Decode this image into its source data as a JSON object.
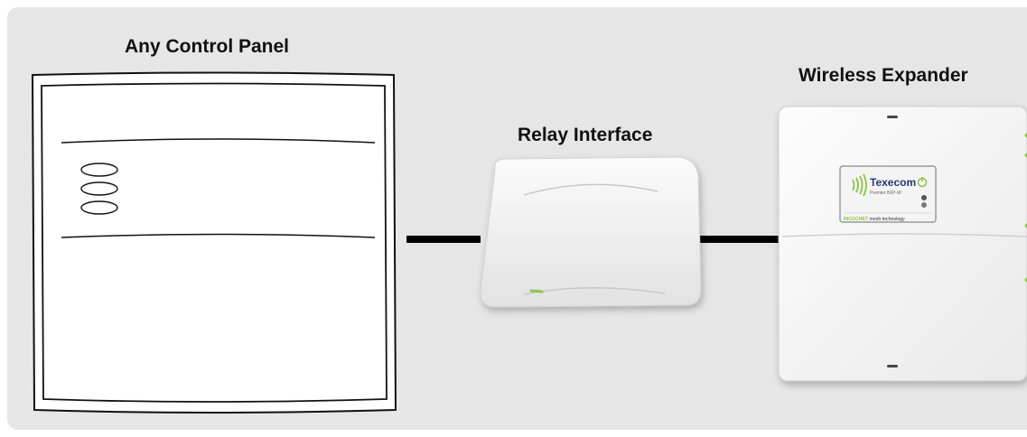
{
  "labels": {
    "control_panel": "Any Control Panel",
    "relay_interface": "Relay Interface",
    "wireless_expander": "Wireless Expander"
  },
  "expander_display": {
    "brand": "Texecom",
    "model": "Premier 8XP-W",
    "tagline_brand": "RICOCHET",
    "tagline_rest": " mesh technology"
  },
  "colors": {
    "background": "#e6e6e6",
    "accent_green": "#8cc63f",
    "brand_blue": "#1f3b73",
    "cable": "#000000"
  },
  "icons": [
    "wireless-waves-icon",
    "power-icon",
    "status-led-icon"
  ]
}
